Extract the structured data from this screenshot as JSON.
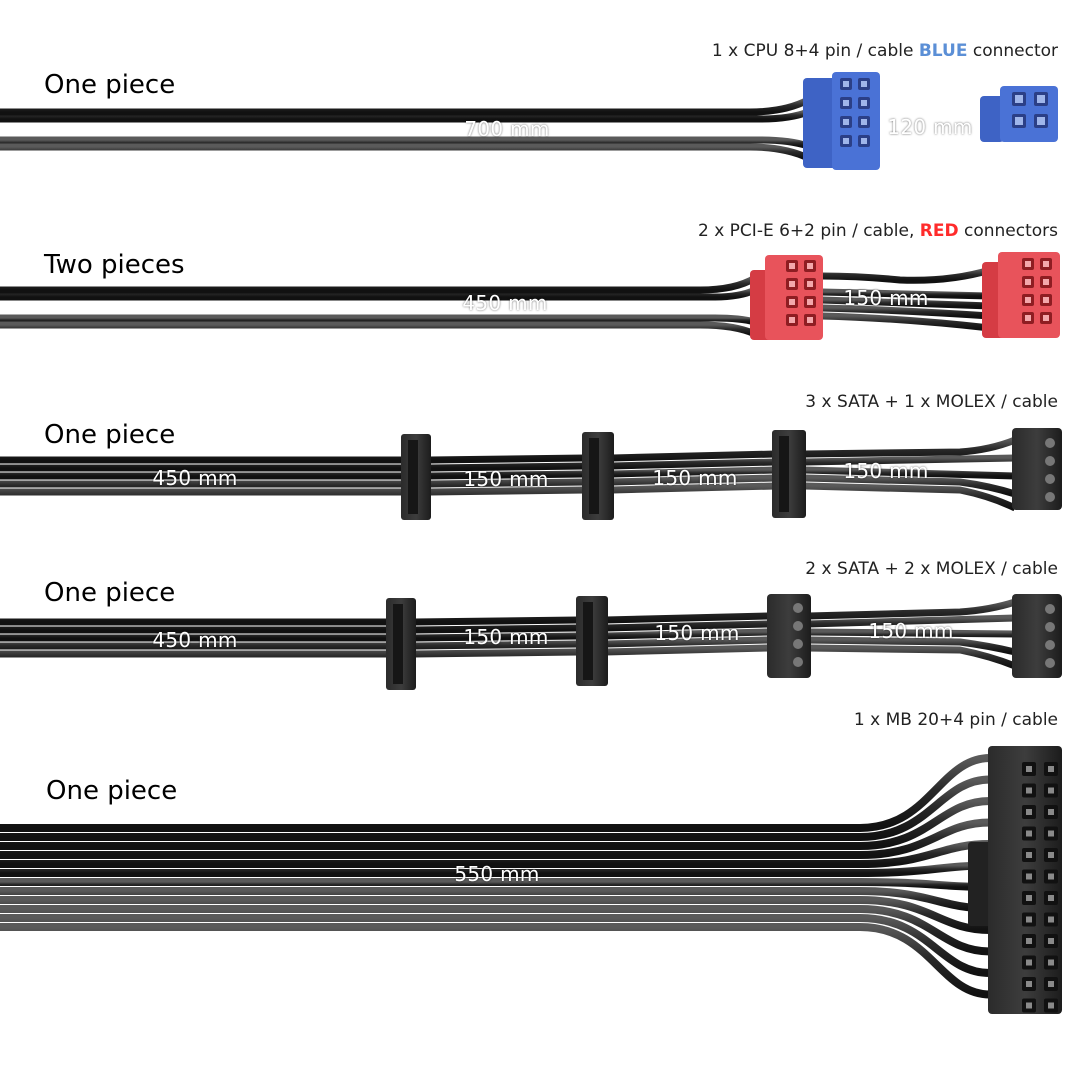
{
  "cables": [
    {
      "id": "cpu",
      "qty_label": "One piece",
      "desc_prefix": "1 x CPU 8+4 pin / cable ",
      "desc_highlight": "BLUE",
      "desc_suffix": " connector",
      "highlight_color": "#5b8fd6",
      "connector_color": "#3f65c8",
      "segments": [
        "700 mm",
        "120 mm"
      ]
    },
    {
      "id": "pcie",
      "qty_label": "Two pieces",
      "desc_prefix": "2 x PCI-E 6+2 pin / cable, ",
      "desc_highlight": "RED",
      "desc_suffix": " connectors",
      "highlight_color": "#ff2b2b",
      "connector_color": "#e0444c",
      "segments": [
        "450 mm",
        "150 mm"
      ]
    },
    {
      "id": "sata3",
      "qty_label": "One piece",
      "desc": "3 x  SATA + 1 x MOLEX / cable",
      "segments": [
        "450 mm",
        "150 mm",
        "150 mm",
        "150 mm"
      ]
    },
    {
      "id": "sata2",
      "qty_label": "One piece",
      "desc": "2 x  SATA + 2 x MOLEX / cable",
      "segments": [
        "450 mm",
        "150 mm",
        "150 mm",
        "150 mm"
      ]
    },
    {
      "id": "mb",
      "qty_label": "One piece",
      "desc": "1 x MB 20+4 pin / cable",
      "segments": [
        "550 mm"
      ]
    }
  ]
}
